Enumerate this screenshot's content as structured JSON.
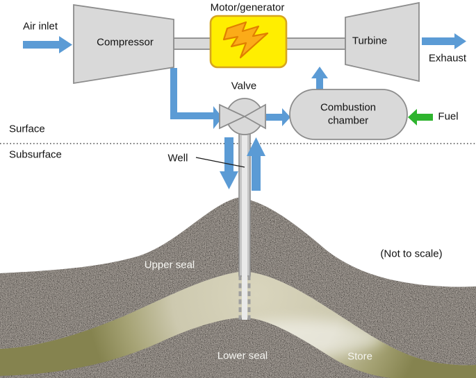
{
  "labels": {
    "air_inlet": "Air inlet",
    "compressor": "Compressor",
    "motor_generator": "Motor/generator",
    "turbine": "Turbine",
    "exhaust": "Exhaust",
    "valve": "Valve",
    "combustion_chamber": "Combustion chamber",
    "fuel": "Fuel",
    "surface": "Surface",
    "subsurface": "Subsurface",
    "well": "Well",
    "upper_seal": "Upper seal",
    "lower_seal": "Lower seal",
    "store": "Store",
    "not_to_scale": "(Not to scale)"
  },
  "colors": {
    "flow_arrow_blue": "#5b9bd5",
    "fuel_arrow_green": "#2eb42e",
    "machine_fill": "#d9d9d9",
    "machine_stroke": "#8c8c8c",
    "motor_fill": "#ffee00",
    "motor_stroke": "#d6a51f",
    "bolt_fill": "#fbab18",
    "bolt_stroke": "#e07f00",
    "seal_rock": "#2e2a26",
    "store_beige": "#d9d5bd",
    "store_olive": "#85834f",
    "pipe_gray": "#c6c6c6",
    "pipe_highlight": "#e9e9e9",
    "surface_line": "#4a4a4a"
  }
}
